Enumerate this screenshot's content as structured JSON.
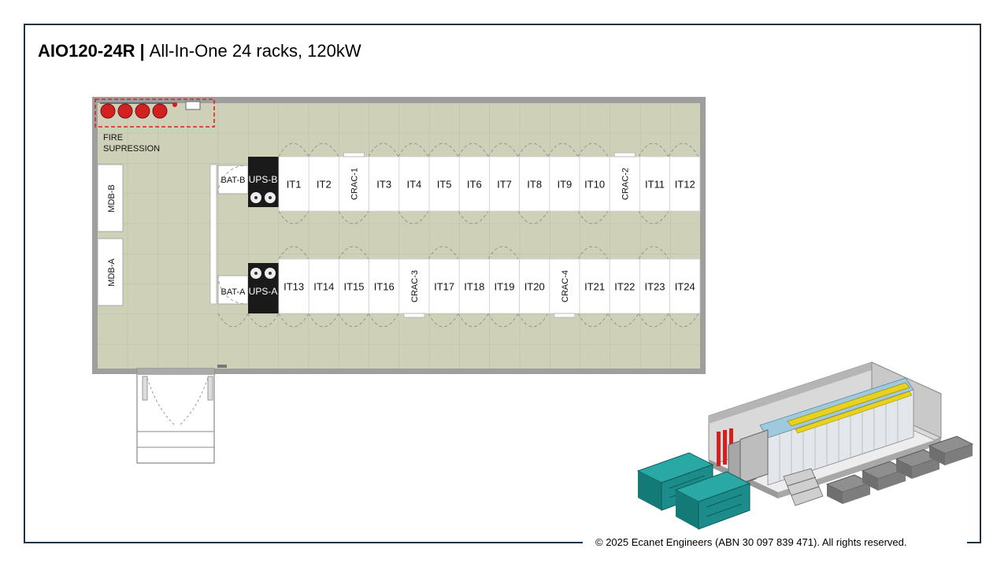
{
  "header": {
    "model_code": "AIO120-24R",
    "separator": "|",
    "description": "All-In-One 24 racks, 120kW"
  },
  "footer": {
    "copyright": "© 2025 Ecanet Engineers (ABN 30 097 839 471). All rights reserved."
  },
  "floor_plan": {
    "fire_suppression_label_1": "FIRE",
    "fire_suppression_label_2": "SUPRESSION",
    "mdb_b": "MDB-B",
    "mdb_a": "MDB-A",
    "bat_b": "BAT-B",
    "ups_b": "UPS-B",
    "bat_a": "BAT-A",
    "ups_a": "UPS-A",
    "top_row": [
      "IT1",
      "IT2",
      "CRAC-1",
      "IT3",
      "IT4",
      "IT5",
      "IT6",
      "IT7",
      "IT8",
      "IT9",
      "IT10",
      "CRAC-2",
      "IT11",
      "IT12"
    ],
    "bottom_row": [
      "IT13",
      "IT14",
      "IT15",
      "IT16",
      "CRAC-3",
      "IT17",
      "IT18",
      "IT19",
      "IT20",
      "CRAC-4",
      "IT21",
      "IT22",
      "IT23",
      "IT24"
    ]
  },
  "colors": {
    "floor": "#cfd0b8",
    "wall": "#9a9a9a",
    "fire_dash": "#e02020",
    "ups": "#1a1a1a",
    "generator": "#1b8c8a"
  },
  "icons": [
    "fire-cylinder-icon",
    "fan-icon",
    "generator-icon",
    "condenser-icon"
  ]
}
